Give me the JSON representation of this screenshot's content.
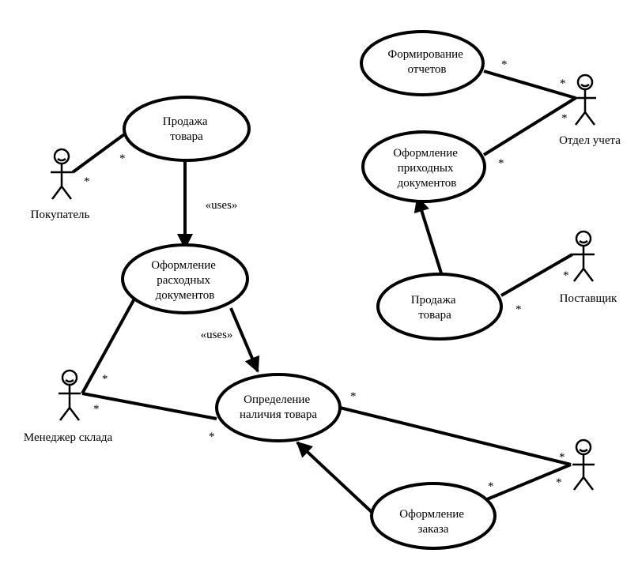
{
  "actors": {
    "buyer": "Покупатель",
    "warehouse_manager": "Менеджер склада",
    "accounting": "Отдел учета",
    "supplier": "Поставщик"
  },
  "use_cases": {
    "sale_left": [
      "Продажа",
      "товара"
    ],
    "outgoing_docs": [
      "Оформление",
      "расходных",
      "документов"
    ],
    "availability": [
      "Определение",
      "наличия товара"
    ],
    "order": [
      "Оформление",
      "заказа"
    ],
    "reports": [
      "Формирование",
      "отчетов"
    ],
    "incoming_docs": [
      "Оформление",
      "приходных",
      "документов"
    ],
    "sale_right": [
      "Продажа",
      "товара"
    ]
  },
  "relations": {
    "uses_1": "«uses»",
    "uses_2": "«uses»"
  },
  "multiplicity": "*"
}
